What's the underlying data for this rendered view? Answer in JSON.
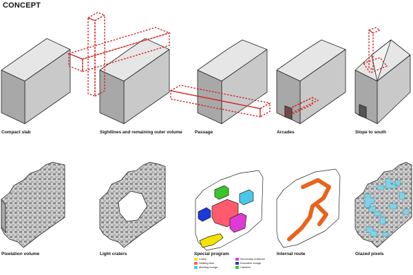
{
  "title": "CONCEPT",
  "captions": [
    "Compact slab",
    "Sightlines and remaining outer volume",
    "Passage",
    "Arcades",
    "Slope to south",
    "Pixelation volume",
    "Light craters",
    "Special program",
    "Internal route",
    "Glazed pixels"
  ],
  "legend": [
    {
      "label": "Lobby",
      "color": "#f2e200"
    },
    {
      "label": "Secondary entrance",
      "color": "#e03ad6"
    },
    {
      "label": "Seating floor",
      "color": "#ff5a6e"
    },
    {
      "label": "Executive lounge",
      "color": "#1a3bd8"
    },
    {
      "label": "Meeting lounge",
      "color": "#49c7e8"
    },
    {
      "label": "Canteen",
      "color": "#3dc42a"
    }
  ],
  "colors": {
    "block_top": "#e6e6e6",
    "block_front": "#a8a8a8",
    "block_side": "#c9c9c9",
    "outline": "#222222",
    "sightline": "#d62020",
    "route": "#e8641e",
    "glazing": "#7fd3e8"
  }
}
